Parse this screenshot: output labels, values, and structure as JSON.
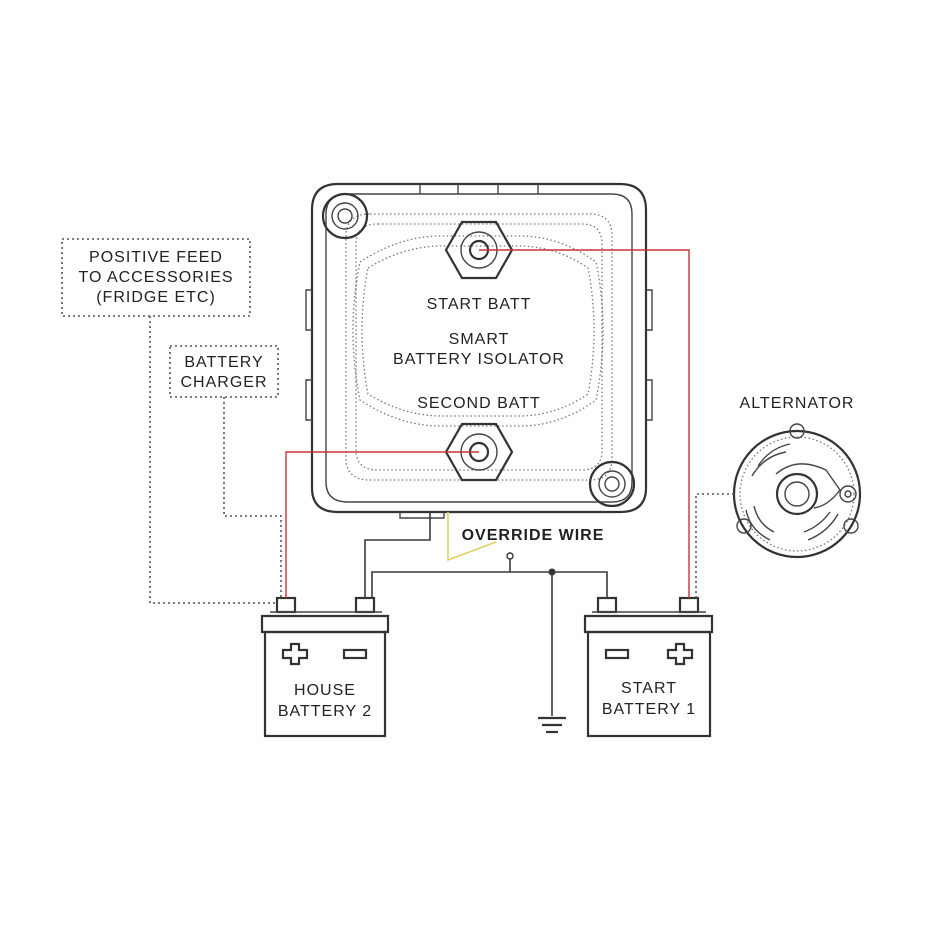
{
  "isolator": {
    "start_label": "START BATT",
    "title_line1": "SMART",
    "title_line2": "BATTERY ISOLATOR",
    "second_label": "SECOND BATT"
  },
  "override_label": "OVERRIDE WIRE",
  "alternator_label": "ALTERNATOR",
  "accessories": {
    "line1": "POSITIVE FEED",
    "line2": "TO ACCESSORIES",
    "line3": "(FRIDGE ETC)"
  },
  "charger": {
    "line1": "BATTERY",
    "line2": "CHARGER"
  },
  "house_battery": {
    "line1": "HOUSE",
    "line2": "BATTERY 2"
  },
  "start_battery": {
    "line1": "START",
    "line2": "BATTERY 1"
  },
  "colors": {
    "positive_wire": "#c8343a",
    "override_wire": "#e2cf63",
    "ground_wire": "#3a3a3a"
  }
}
